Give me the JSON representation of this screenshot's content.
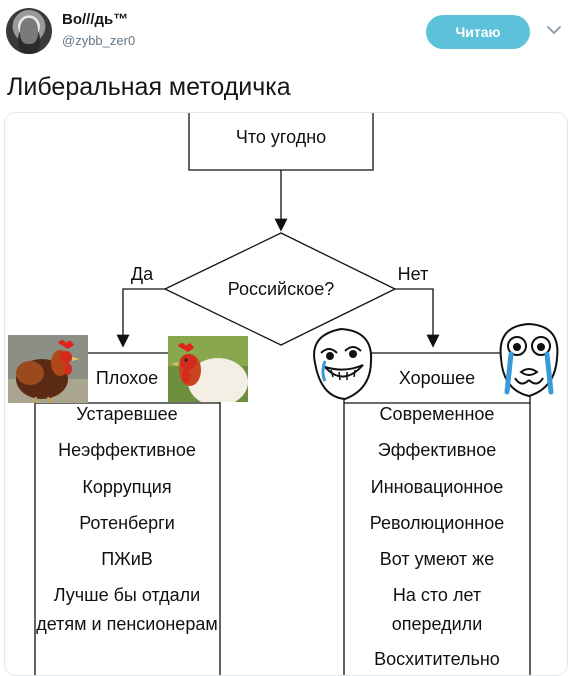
{
  "author": {
    "name": "Во///дь™",
    "handle": "@zybb_zer0",
    "avatar_icon": "avatar-portrait-icon"
  },
  "follow_button": {
    "label": "Читаю",
    "color": "#5dc1d9"
  },
  "menu_icon": "chevron-down-icon",
  "tweet_text": "Либеральная методичка",
  "flowchart": {
    "start": "Что угодно",
    "question": "Российское?",
    "yes_label": "Да",
    "no_label": "Нет",
    "bad": {
      "title": "Плохое",
      "items": [
        "Устаревшее",
        "Неэффективное",
        "Коррупция",
        "Ротенберги",
        "ПЖиВ",
        "Лучше бы отдали детям и пенсионерам"
      ]
    },
    "good": {
      "title": "Хорошее",
      "items": [
        "Современное",
        "Эффективное",
        "Инновационное",
        "Революционное",
        "Вот умеют же",
        "На сто лет опередили",
        "Восхитительно"
      ]
    },
    "images": {
      "bad_left": "rooster-photo",
      "bad_right": "rooster-photo",
      "good_left": "rage-comic-face-tears-of-joy",
      "good_right": "rage-comic-face-crying-happy"
    }
  }
}
